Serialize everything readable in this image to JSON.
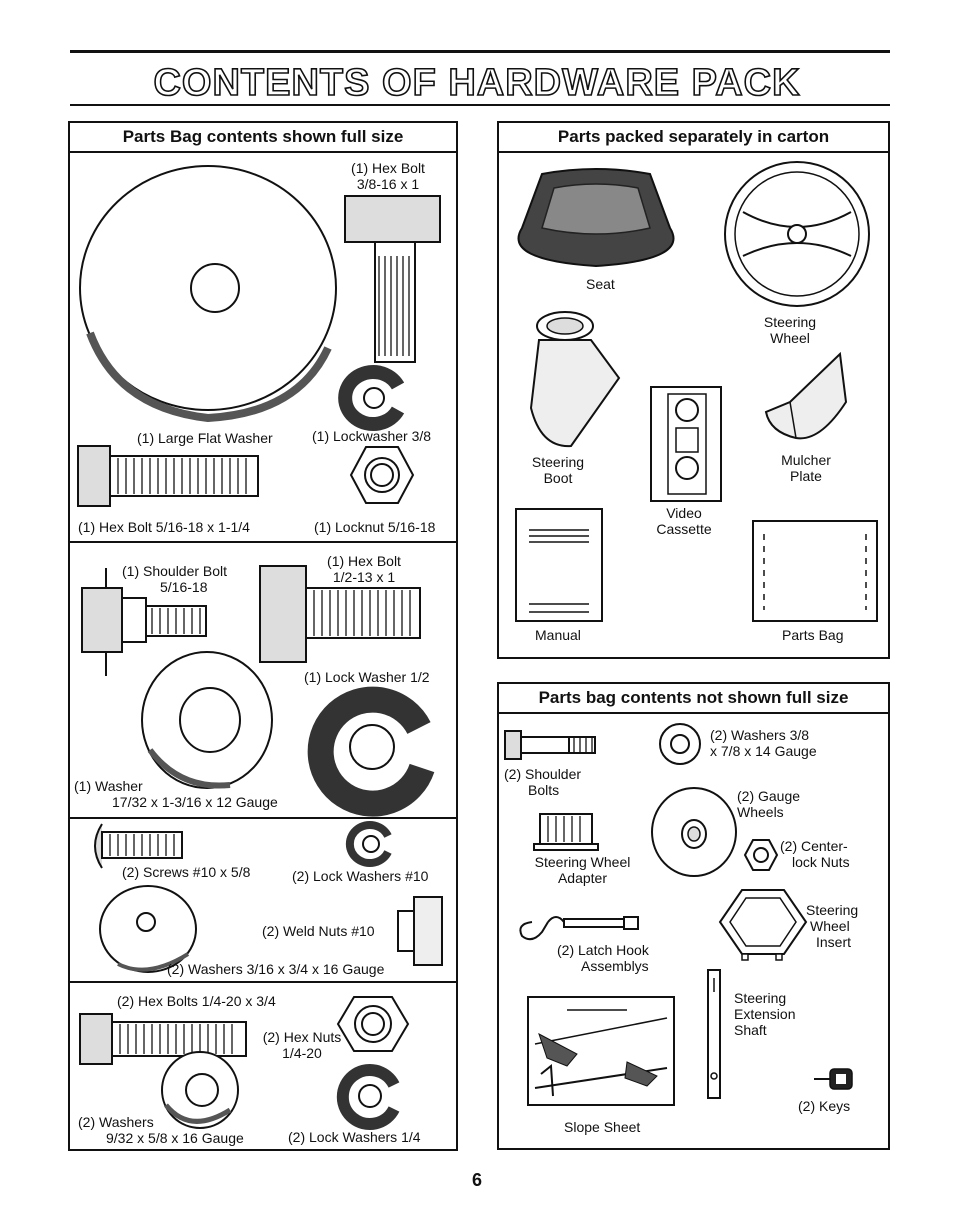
{
  "page_title": "CONTENTS OF HARDWARE PACK",
  "page_number": "6",
  "left_panel": {
    "header": "Parts Bag contents shown full size",
    "hex_bolt_a": [
      "(1) Hex Bolt",
      "3/8-16 x 1"
    ],
    "large_flat_washer": "(1) Large Flat Washer",
    "lockwasher": "(1) Lockwasher 3/8",
    "hex_bolt_b": "(1) Hex Bolt 5/16-18 x 1-1/4",
    "locknut": "(1) Locknut 5/16-18",
    "shoulder_bolt": [
      "(1) Shoulder Bolt",
      "5/16-18"
    ],
    "hex_bolt_c": [
      "(1) Hex Bolt",
      "1/2-13 x 1"
    ],
    "lock_washer_half": "(1) Lock Washer 1/2",
    "washer": [
      "(1) Washer",
      "17/32 x 1-3/16 x 12 Gauge"
    ],
    "screws": "(2) Screws #10 x 5/8",
    "lock_washers_10": "(2) Lock Washers #10",
    "weld_nuts": "(2) Weld Nuts #10",
    "washers_316": "(2) Washers 3/16 x 3/4 x 16 Gauge",
    "hex_bolts_14": "(2) Hex Bolts 1/4-20 x 3/4",
    "hex_nuts": [
      "(2) Hex Nuts",
      "1/4-20"
    ],
    "washers_932": [
      "(2) Washers",
      "9/32 x 5/8 x 16 Gauge"
    ],
    "lock_washers_14": "(2) Lock Washers 1/4"
  },
  "right_top_panel": {
    "header": "Parts packed separately in carton",
    "seat": "Seat",
    "steering_wheel": [
      "Steering",
      "Wheel"
    ],
    "steering_boot": [
      "Steering",
      "Boot"
    ],
    "mulcher_plate": [
      "Mulcher",
      "Plate"
    ],
    "video_cassette": [
      "Video",
      "Cassette"
    ],
    "manual": "Manual",
    "parts_bag": "Parts Bag"
  },
  "right_bottom_panel": {
    "header": "Parts bag contents not shown full size",
    "shoulder_bolts": [
      "(2) Shoulder",
      "Bolts"
    ],
    "washers_38": [
      "(2) Washers 3/8",
      "x 7/8 x 14 Gauge"
    ],
    "gauge_wheels": [
      "(2) Gauge",
      "Wheels"
    ],
    "steering_wheel_adapter": [
      "Steering Wheel",
      "Adapter"
    ],
    "center_lock_nuts": [
      "(2) Center-",
      "lock Nuts"
    ],
    "latch_hook": [
      "(2) Latch Hook",
      "Assemblys"
    ],
    "steering_wheel_insert": [
      "Steering",
      "Wheel",
      "Insert"
    ],
    "steering_extension_shaft": [
      "Steering",
      "Extension",
      "Shaft"
    ],
    "slope_sheet": "Slope Sheet",
    "keys": "(2) Keys"
  }
}
